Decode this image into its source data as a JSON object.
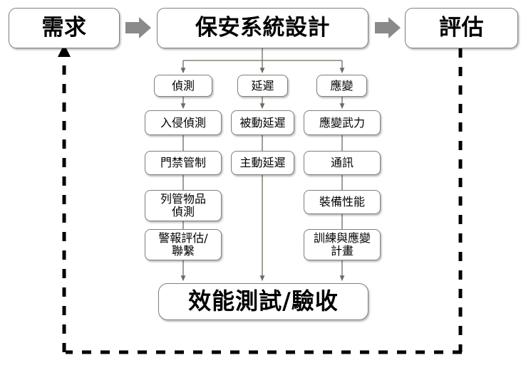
{
  "diagram": {
    "title_flow": [
      "需求",
      "保安系統設計",
      "評估"
    ],
    "top_row": [
      {
        "id": "requirement",
        "label": "需求"
      },
      {
        "id": "security-system-design",
        "label": "保安系統設計"
      },
      {
        "id": "evaluation",
        "label": "評估"
      }
    ],
    "arrows": {
      "block_arrow_color": "#8a8a8a",
      "connector_color": "#6b6b5e",
      "dashed_color": "#000000"
    },
    "columns": [
      {
        "id": "detection",
        "header": "偵測",
        "items": [
          {
            "id": "intrusion-detection",
            "label": "入侵偵測",
            "lines": 1
          },
          {
            "id": "access-control",
            "label": "門禁管制",
            "lines": 1
          },
          {
            "id": "controlled-items-detection",
            "label": "列管物品\n偵測",
            "lines": 2
          },
          {
            "id": "alarm-assessment-liaison",
            "label": "警報評估/\n聯繫",
            "lines": 2
          }
        ]
      },
      {
        "id": "delay",
        "header": "延遲",
        "items": [
          {
            "id": "passive-delay",
            "label": "被動延遲",
            "lines": 1
          },
          {
            "id": "active-delay",
            "label": "主動延遲",
            "lines": 1
          }
        ]
      },
      {
        "id": "response",
        "header": "應變",
        "items": [
          {
            "id": "response-force",
            "label": "應變武力",
            "lines": 1
          },
          {
            "id": "communication",
            "label": "通訊",
            "lines": 1
          },
          {
            "id": "equipment-performance",
            "label": "裝備性能",
            "lines": 1
          },
          {
            "id": "training-response-plan",
            "label": "訓練與應變\n計畫",
            "lines": 2
          }
        ]
      }
    ],
    "bottom": {
      "id": "performance-test-acceptance",
      "label": "效能測試/驗收"
    },
    "feedback_loop": {
      "from": "評估",
      "to": "需求",
      "style": "dashed"
    }
  }
}
